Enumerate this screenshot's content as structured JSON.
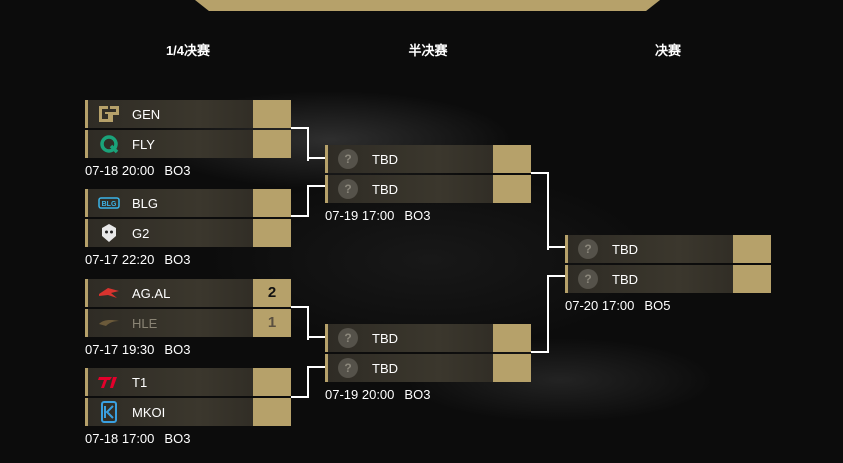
{
  "rounds": {
    "quarterfinal": "1/4决赛",
    "semifinal": "半决赛",
    "final": "决赛"
  },
  "quarterfinals": [
    {
      "teams": [
        {
          "name": "GEN",
          "score": "",
          "logo": "gen-logo-icon"
        },
        {
          "name": "FLY",
          "score": "",
          "logo": "fly-logo-icon"
        }
      ],
      "date": "07-18 20:00",
      "format": "BO3"
    },
    {
      "teams": [
        {
          "name": "BLG",
          "score": "",
          "logo": "blg-logo-icon"
        },
        {
          "name": "G2",
          "score": "",
          "logo": "g2-logo-icon"
        }
      ],
      "date": "07-17 22:20",
      "format": "BO3"
    },
    {
      "teams": [
        {
          "name": "AG.AL",
          "score": "2",
          "logo": "agal-logo-icon"
        },
        {
          "name": "HLE",
          "score": "1",
          "logo": "hle-logo-icon"
        }
      ],
      "date": "07-17 19:30",
      "format": "BO3"
    },
    {
      "teams": [
        {
          "name": "T1",
          "score": "",
          "logo": "t1-logo-icon"
        },
        {
          "name": "MKOI",
          "score": "",
          "logo": "mkoi-logo-icon"
        }
      ],
      "date": "07-18 17:00",
      "format": "BO3"
    }
  ],
  "semifinals": [
    {
      "teams": [
        {
          "name": "TBD",
          "score": "",
          "logo": "question-icon"
        },
        {
          "name": "TBD",
          "score": "",
          "logo": "question-icon"
        }
      ],
      "date": "07-19 17:00",
      "format": "BO3"
    },
    {
      "teams": [
        {
          "name": "TBD",
          "score": "",
          "logo": "question-icon"
        },
        {
          "name": "TBD",
          "score": "",
          "logo": "question-icon"
        }
      ],
      "date": "07-19 20:00",
      "format": "BO3"
    }
  ],
  "final": {
    "teams": [
      {
        "name": "TBD",
        "score": "",
        "logo": "question-icon"
      },
      {
        "name": "TBD",
        "score": "",
        "logo": "question-icon"
      }
    ],
    "date": "07-20 17:00",
    "format": "BO5"
  },
  "question_mark": "?",
  "colors": {
    "accent_gold": "#b6a16a",
    "background": "#0c0c0c",
    "row_bg": "#3b372d"
  }
}
